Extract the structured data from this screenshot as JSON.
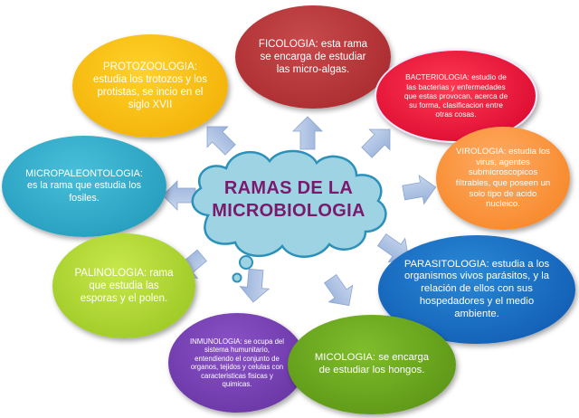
{
  "title": "RAMAS DE LA MICROBIOLOGIA",
  "branches": {
    "ficologia": "FICOLOGIA: esta rama se encarga de estudiar las micro-algas.",
    "protozoologia": "PROTOZOOLOGIA: estudia los trotozos y los protistas, se incio en el siglo XVII",
    "bacteriologia": "BACTERIOLOGIA: estudio de las bacterias y enfermedades que estas provocan, acerca de su forma, clasificacion entre otras cosas.",
    "virologia": "VIROLOGIA: estudia los virus, agentes submicroscopicos filtrables, que poseen un solo tipo de acido nucleico.",
    "micropaleontologia": "MICROPALEONTOLOGIA: es la rama que estudia los fosiles.",
    "palinologia": "PALINOLOGIA: rama que estudia las esporas y el polen.",
    "parasitologia": "PARASITOLOGIA: estudia a los organismos vivos parásitos, y la relación de ellos con sus hospedadores y el medio ambiente.",
    "inmunologia": "INMUNOLOGIA: se ocupa del sistema humunitario, entendiendo el conjunto de organos, tejidos y celulas con caracteristicas fisicas y quimicas.",
    "micologia": "MICOLOGIA: se encarga de estudiar los hongos."
  },
  "colors": {
    "cloud_fill": "#9ed3e4",
    "cloud_stroke": "#2c91b9",
    "title": "#7a1a6c",
    "arrow": "#a9bfe0",
    "ficologia": "#b32f34",
    "protozoologia": "#f7bd10",
    "bacteriologia": "#e8123b",
    "virologia": "#f7913c",
    "micropaleontologia": "#2aa6c8",
    "palinologia": "#a9d62d",
    "parasitologia": "#1467c0",
    "inmunologia": "#7440b0",
    "micologia": "#68a51d"
  }
}
